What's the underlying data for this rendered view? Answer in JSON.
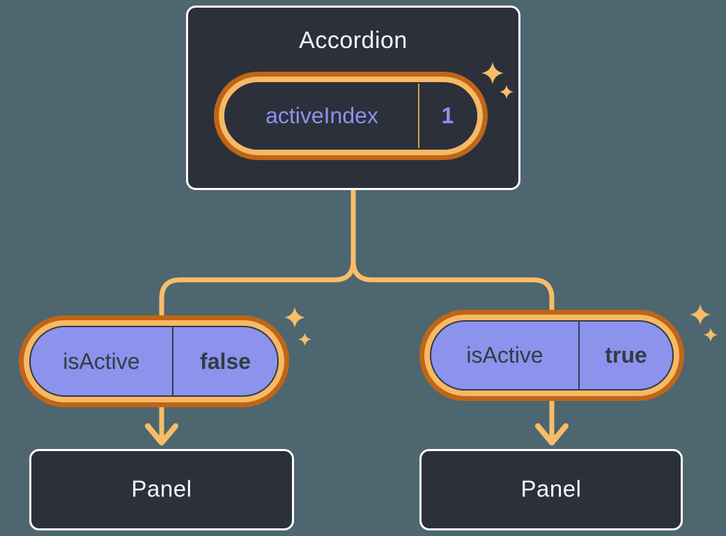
{
  "colors": {
    "canvas-bg": "#4D666F",
    "node-bg": "#2B303B",
    "node-border": "#FFFFFF",
    "node-text": "#F6F7F9",
    "purple-fill": "#8B93EC",
    "purple-text": "#8B93EC",
    "dark-text": "#343B46",
    "ring-outer": "#C06515",
    "ring-inner": "#F7B963",
    "connector": "#F7BD68"
  },
  "root": {
    "title": "Accordion",
    "state": {
      "name": "activeIndex",
      "value": "1"
    }
  },
  "children": [
    {
      "prop": {
        "name": "isActive",
        "value": "false"
      },
      "panel": "Panel"
    },
    {
      "prop": {
        "name": "isActive",
        "value": "true"
      },
      "panel": "Panel"
    }
  ]
}
